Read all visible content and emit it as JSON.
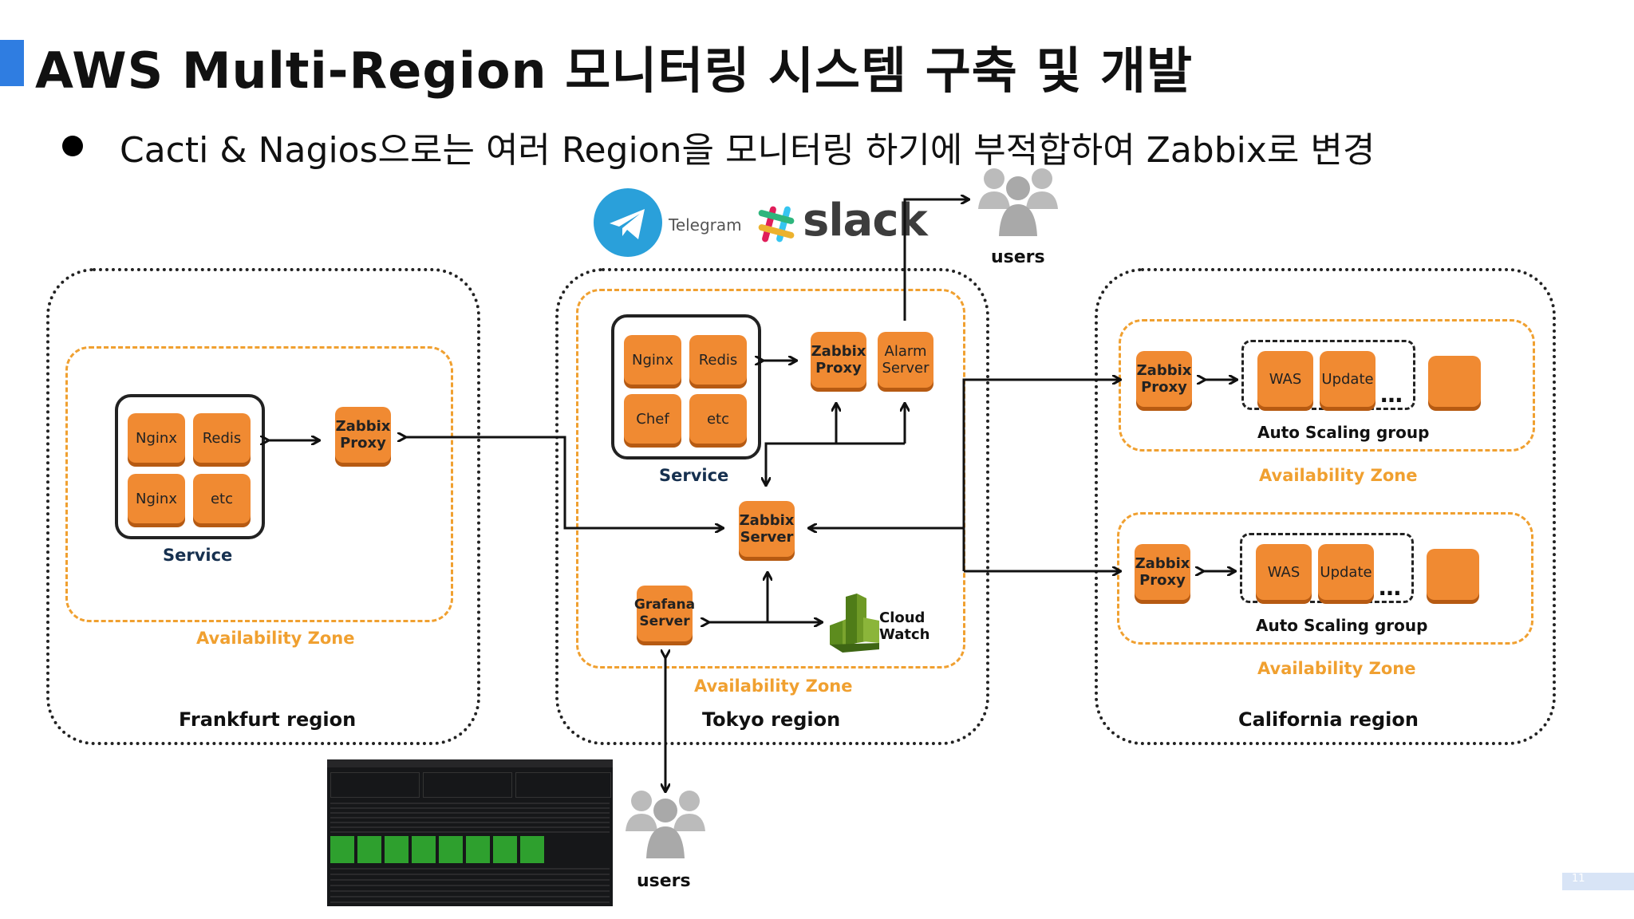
{
  "title": "AWS Multi-Region 모니터링 시스템 구축 및 개발",
  "bullet": "Cacti & Nagios으로는 여러 Region을 모니터링 하기에 부적합하여 Zabbix로 변경",
  "logos": {
    "telegram": "Telegram",
    "slack": "slack"
  },
  "users_label": "users",
  "regions": {
    "frankfurt": {
      "name": "Frankfurt region",
      "az": "Availability Zone",
      "service_label": "Service",
      "services": [
        "Nginx",
        "Redis",
        "Nginx",
        "etc"
      ],
      "proxy": "Zabbix Proxy"
    },
    "tokyo": {
      "name": "Tokyo region",
      "az": "Availability Zone",
      "service_label": "Service",
      "services": [
        "Nginx",
        "Redis",
        "Chef",
        "etc"
      ],
      "proxy": "Zabbix Proxy",
      "alarm": "Alarm Server",
      "server": "Zabbix Server",
      "grafana": "Grafana Server",
      "cloudwatch": "Cloud Watch"
    },
    "california": {
      "name": "California region",
      "zones": [
        {
          "az": "Availability Zone",
          "proxy": "Zabbix Proxy",
          "was": "WAS",
          "update": "Update",
          "asg": "Auto Scaling group"
        },
        {
          "az": "Availability Zone",
          "proxy": "Zabbix Proxy",
          "was": "WAS",
          "update": "Update",
          "asg": "Auto Scaling group"
        }
      ]
    }
  },
  "page_number": "11",
  "colors": {
    "accent": "#2f7de1",
    "orange": "#f08a32",
    "az_dash": "#f0a030",
    "service_label": "#16304f"
  }
}
